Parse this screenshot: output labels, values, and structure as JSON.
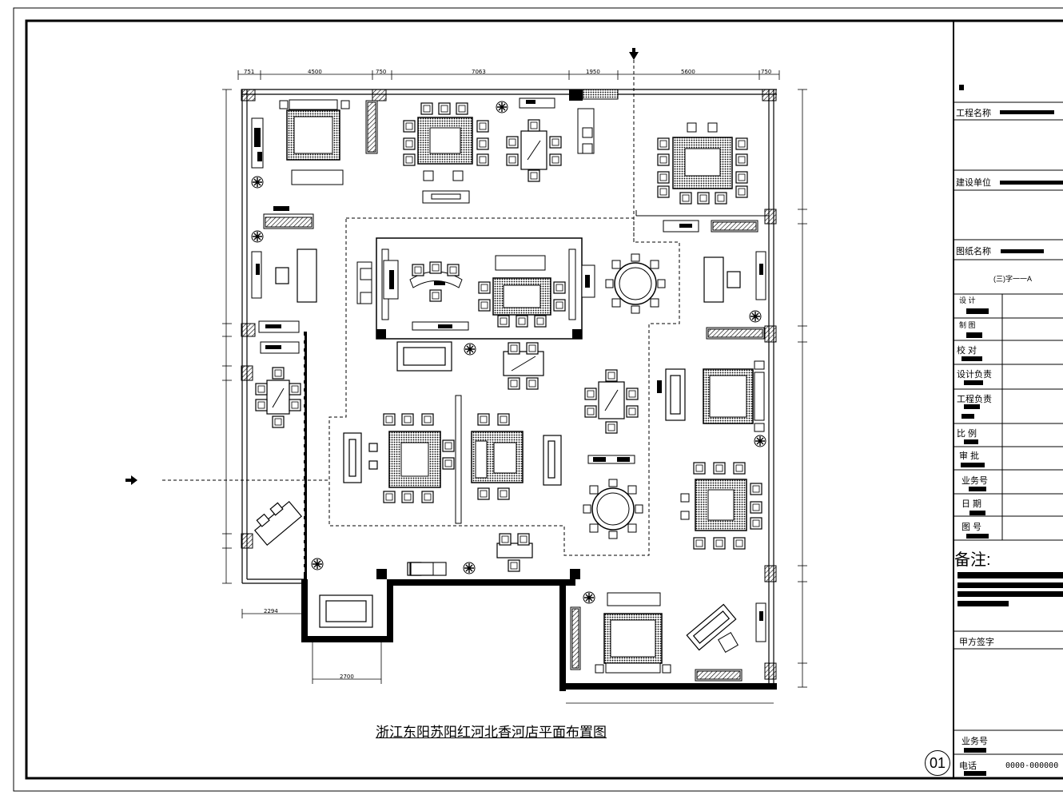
{
  "title": "浙江东阳苏阳红河北香河店平面布置图",
  "drawing_number_badge": "01",
  "title_block": {
    "project_name_label": "工程名称",
    "client_label": "建设单位",
    "drawing_name_label": "图纸名称",
    "drawing_code": "(三)字一一A",
    "rows": [
      {
        "label": "设 计"
      },
      {
        "label": "制 图"
      },
      {
        "label": "校  对"
      },
      {
        "label": "设计负责"
      },
      {
        "label": "工程负责"
      },
      {
        "label": "比  例"
      },
      {
        "label": "审  批"
      },
      {
        "label": "业务号"
      },
      {
        "label": "日  期"
      },
      {
        "label": "图  号"
      }
    ],
    "remarks_label": "备注:",
    "signature_label": "甲方签字",
    "bottom_business_label": "业务号",
    "phone_label": "电话",
    "phone_value": "0000-000000"
  },
  "dimensions": {
    "top": [
      "751",
      "4500",
      "750",
      "7063",
      "1950",
      "5600",
      "750"
    ],
    "bottom_left": "2294",
    "bottom_mid": "2700"
  }
}
